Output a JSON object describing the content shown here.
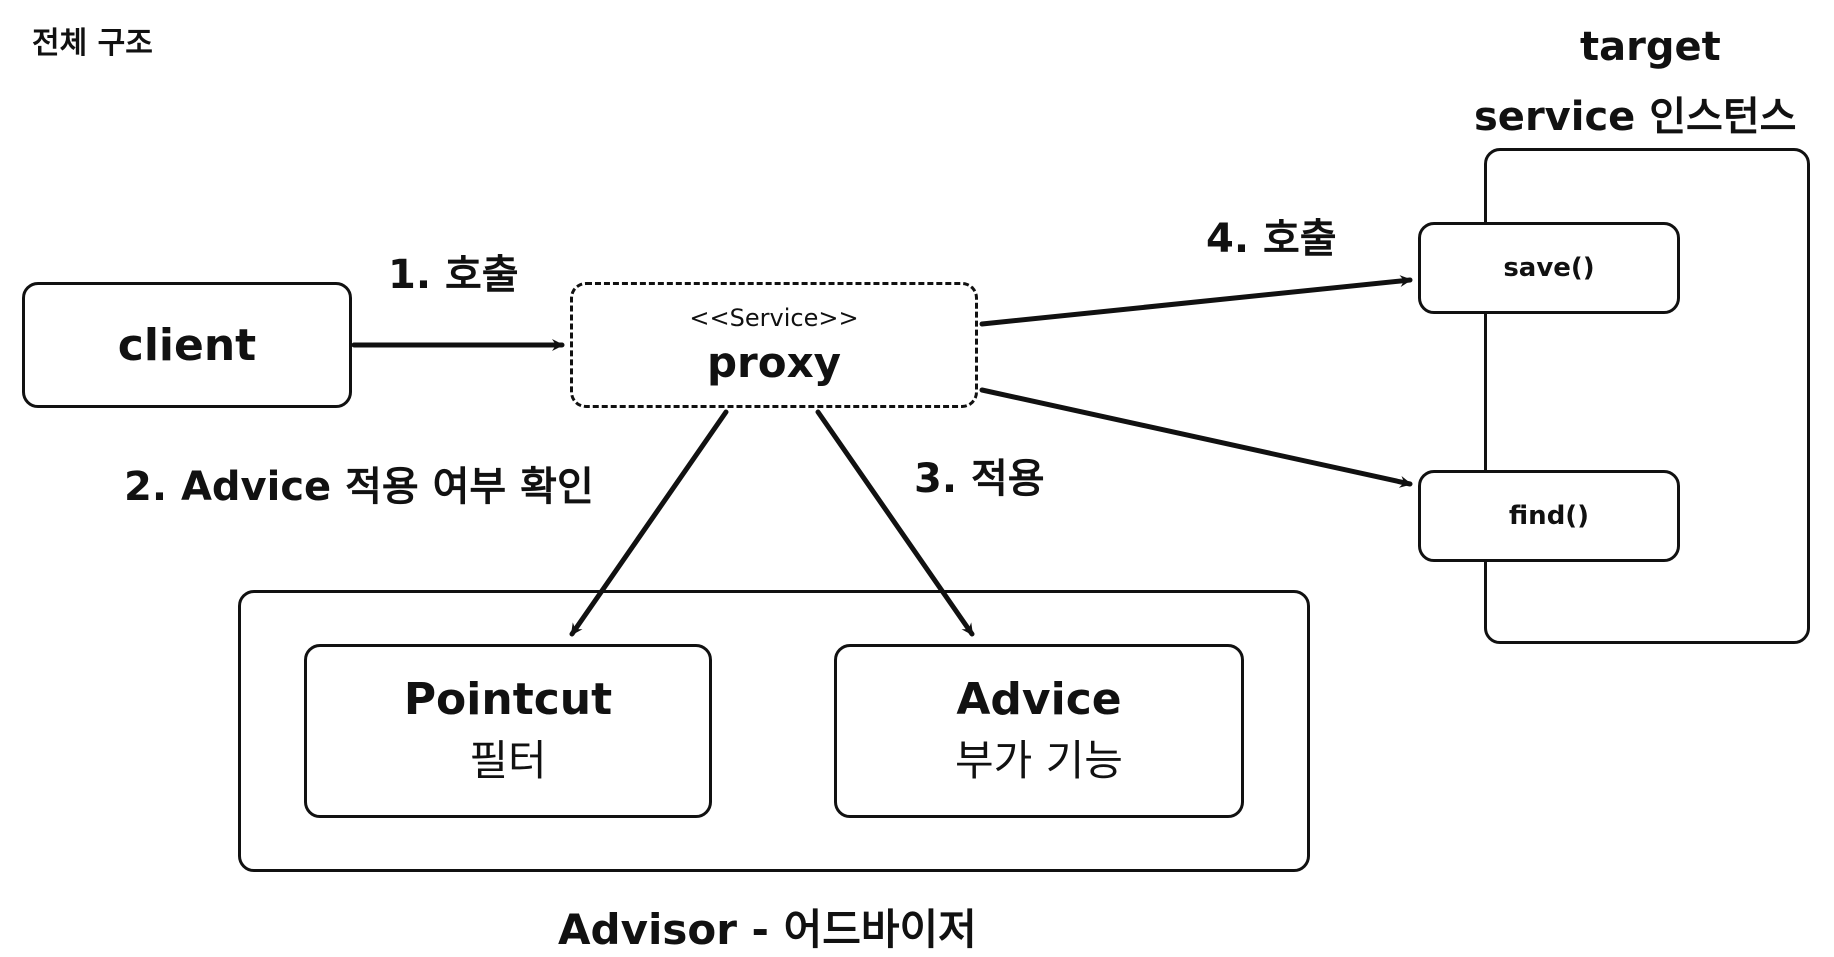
{
  "page_title": "전체 구조",
  "client": {
    "label": "client"
  },
  "proxy": {
    "stereotype": "<<Service>>",
    "label": "proxy"
  },
  "target": {
    "title_line1": "target",
    "title_line2": "service 인스턴스",
    "methods": [
      "save()",
      "find()"
    ]
  },
  "advisor": {
    "label": "Advisor - 어드바이저",
    "pointcut": {
      "name": "Pointcut",
      "desc": "필터"
    },
    "advice": {
      "name": "Advice",
      "desc": "부가 기능"
    }
  },
  "steps": {
    "step1": "1. 호출",
    "step2": "2. Advice 적용 여부 확인",
    "step3": "3. 적용",
    "step4": "4. 호출"
  },
  "colors": {
    "stroke": "#111111",
    "background": "#ffffff"
  }
}
